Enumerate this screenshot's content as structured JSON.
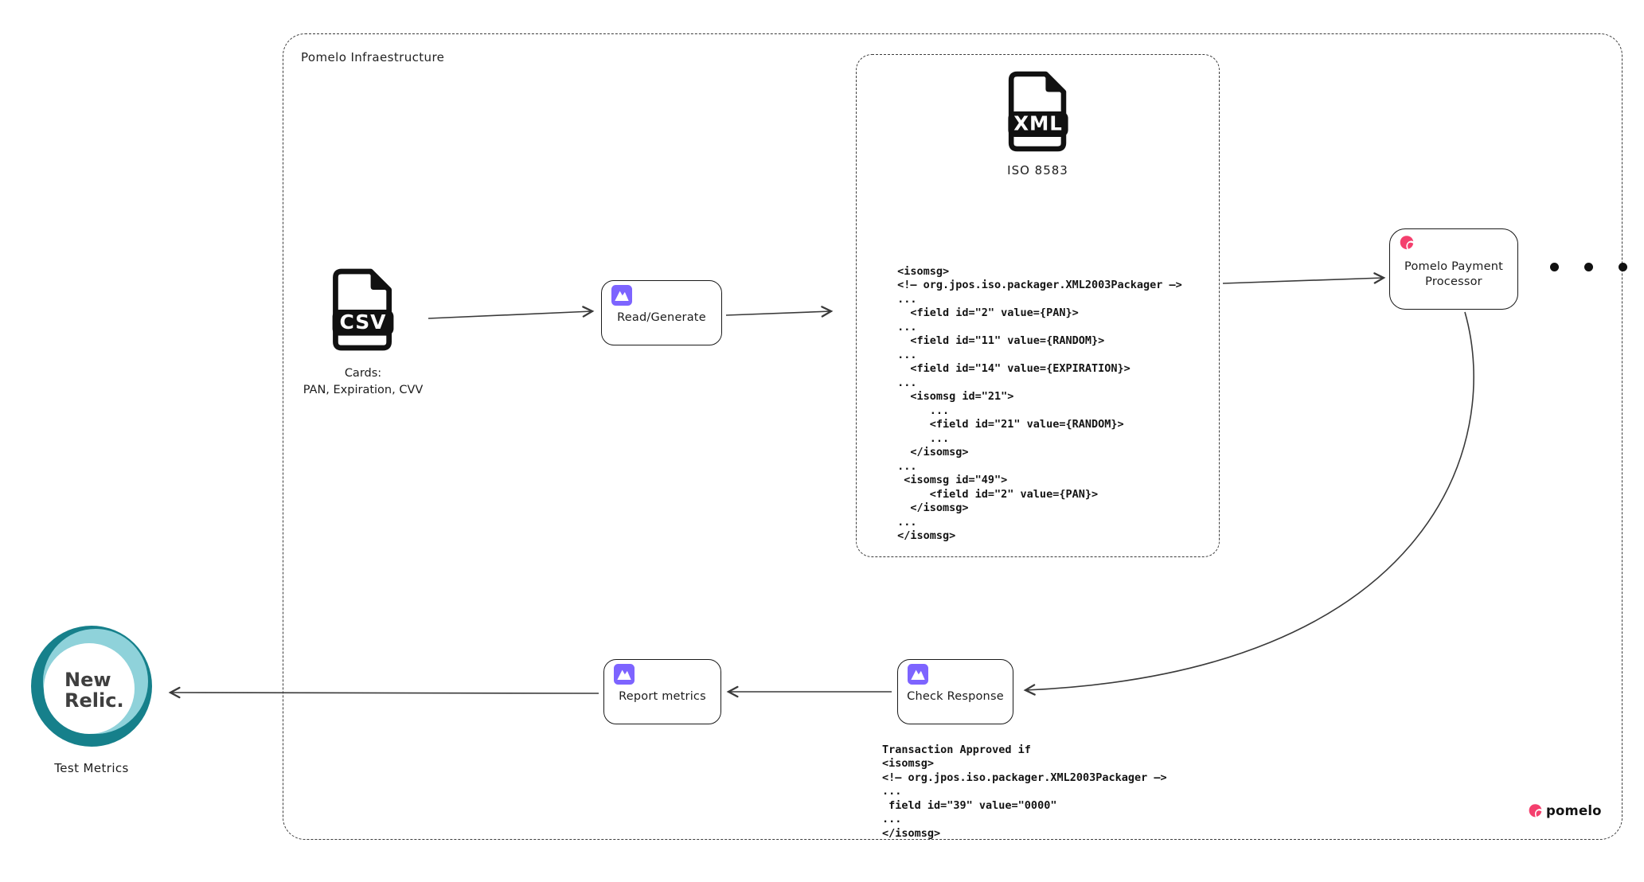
{
  "colors": {
    "k6_purple": "#7d64ff",
    "pomelo_pink": "#f43f6d",
    "newrelic_dark": "#16808b",
    "newrelic_light": "#8fd2da",
    "newrelic_text": "#3f3f3f"
  },
  "infrastructure": {
    "title": "Pomelo Infraestructure"
  },
  "csv_node": {
    "badge": "CSV",
    "caption_line1": "Cards:",
    "caption_line2": "PAN, Expiration, CVV"
  },
  "read_generate": {
    "label": "Read/Generate",
    "icon": "k6-icon"
  },
  "iso_panel": {
    "badge": "XML",
    "caption": "ISO 8583",
    "code": " <isomsg>\n <!— org.jpos.iso.packager.XML2003Packager —>\n ...\n   <field id=\"2\" value={PAN}>\n ...\n   <field id=\"11\" value={RANDOM}>\n ...\n   <field id=\"14\" value={EXPIRATION}>\n ...\n   <isomsg id=\"21\">\n      ...\n      <field id=\"21\" value={RANDOM}>\n      ...\n   </isomsg>\n ...\n  <isomsg id=\"49\">\n      <field id=\"2\" value={PAN}>\n   </isomsg>\n ...\n </isomsg>"
  },
  "payment_processor": {
    "label_line1": "Pomelo Payment",
    "label_line2": "Processor",
    "icon": "pomelo-icon"
  },
  "check_response": {
    "label": "Check Response",
    "icon": "k6-icon"
  },
  "approval_note": {
    "code": "Transaction Approved if\n<isomsg>\n<!— org.jpos.iso.packager.XML2003Packager —>\n...\n field id=\"39\" value=\"0000\"\n...\n</isomsg>"
  },
  "report_metrics": {
    "label": "Report metrics",
    "icon": "k6-icon"
  },
  "new_relic": {
    "line1": "New",
    "line2": "Relic.",
    "caption": "Test Metrics"
  },
  "footer": {
    "brand": "pomelo"
  }
}
